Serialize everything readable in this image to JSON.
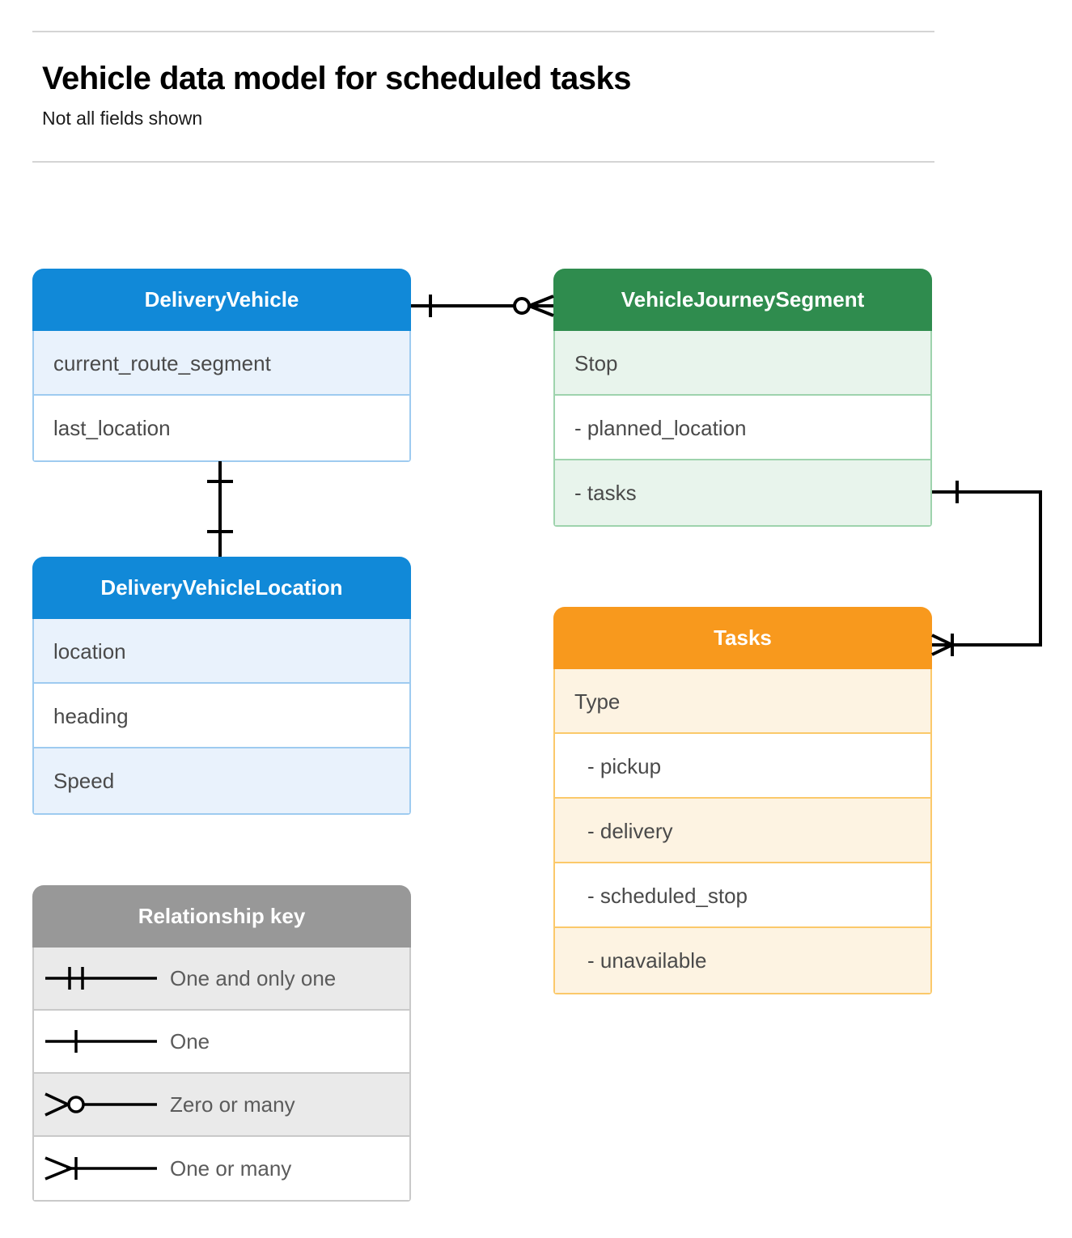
{
  "header": {
    "title": "Vehicle data model for scheduled tasks",
    "subtitle": "Not all fields shown"
  },
  "colors": {
    "blue": "#1189d8",
    "blue_tint": "#e9f2fc",
    "blue_border": "#9ecbf0",
    "green": "#2f8c4e",
    "green_tint": "#e8f4ec",
    "green_border": "#9ed3ad",
    "orange": "#f8991d",
    "orange_tint": "#fdf3e2",
    "orange_border": "#fbc96a",
    "gray": "#989898",
    "gray_tint": "#eaeaea",
    "gray_border": "#c9c9c9",
    "line": "#000000",
    "rule": "#d4d4d4",
    "field_text": "#4a4a4a"
  },
  "entities": [
    {
      "id": "delivery-vehicle",
      "name": "DeliveryVehicle",
      "color": "blue",
      "fields": [
        {
          "label": "current_route_segment",
          "indent": false
        },
        {
          "label": "last_location",
          "indent": false
        }
      ]
    },
    {
      "id": "delivery-vehicle-location",
      "name": "DeliveryVehicleLocation",
      "color": "blue",
      "fields": [
        {
          "label": "location",
          "indent": false
        },
        {
          "label": "heading",
          "indent": false
        },
        {
          "label": "Speed",
          "indent": false
        }
      ]
    },
    {
      "id": "vehicle-journey-segment",
      "name": "VehicleJourneySegment",
      "color": "green",
      "fields": [
        {
          "label": "Stop",
          "indent": false
        },
        {
          "label": "-  planned_location",
          "indent": false
        },
        {
          "label": "- tasks",
          "indent": false
        }
      ]
    },
    {
      "id": "tasks",
      "name": "Tasks",
      "color": "orange",
      "fields": [
        {
          "label": "Type",
          "indent": false
        },
        {
          "label": "-  pickup",
          "indent": true
        },
        {
          "label": "-  delivery",
          "indent": true
        },
        {
          "label": "-  scheduled_stop",
          "indent": true
        },
        {
          "label": "-  unavailable",
          "indent": true
        }
      ]
    }
  ],
  "legend": {
    "title": "Relationship key",
    "items": [
      {
        "symbol": "one-and-only-one",
        "label": "One and only one"
      },
      {
        "symbol": "one",
        "label": "One"
      },
      {
        "symbol": "zero-or-many",
        "label": "Zero or many"
      },
      {
        "symbol": "one-or-many",
        "label": "One or many"
      }
    ]
  },
  "relationships": [
    {
      "id": "vehicle-to-journey-segment",
      "from": "DeliveryVehicle",
      "from_cardinality": "one",
      "to": "VehicleJourneySegment",
      "to_cardinality": "zero-or-many"
    },
    {
      "id": "vehicle-to-vehicle-location",
      "from": "DeliveryVehicle",
      "from_cardinality": "one",
      "to": "DeliveryVehicleLocation",
      "to_cardinality": "one"
    },
    {
      "id": "journey-segment-tasks-to-tasks",
      "from": "VehicleJourneySegment",
      "from_field": "- tasks",
      "from_cardinality": "one",
      "to": "Tasks",
      "to_cardinality": "one-or-many"
    }
  ]
}
